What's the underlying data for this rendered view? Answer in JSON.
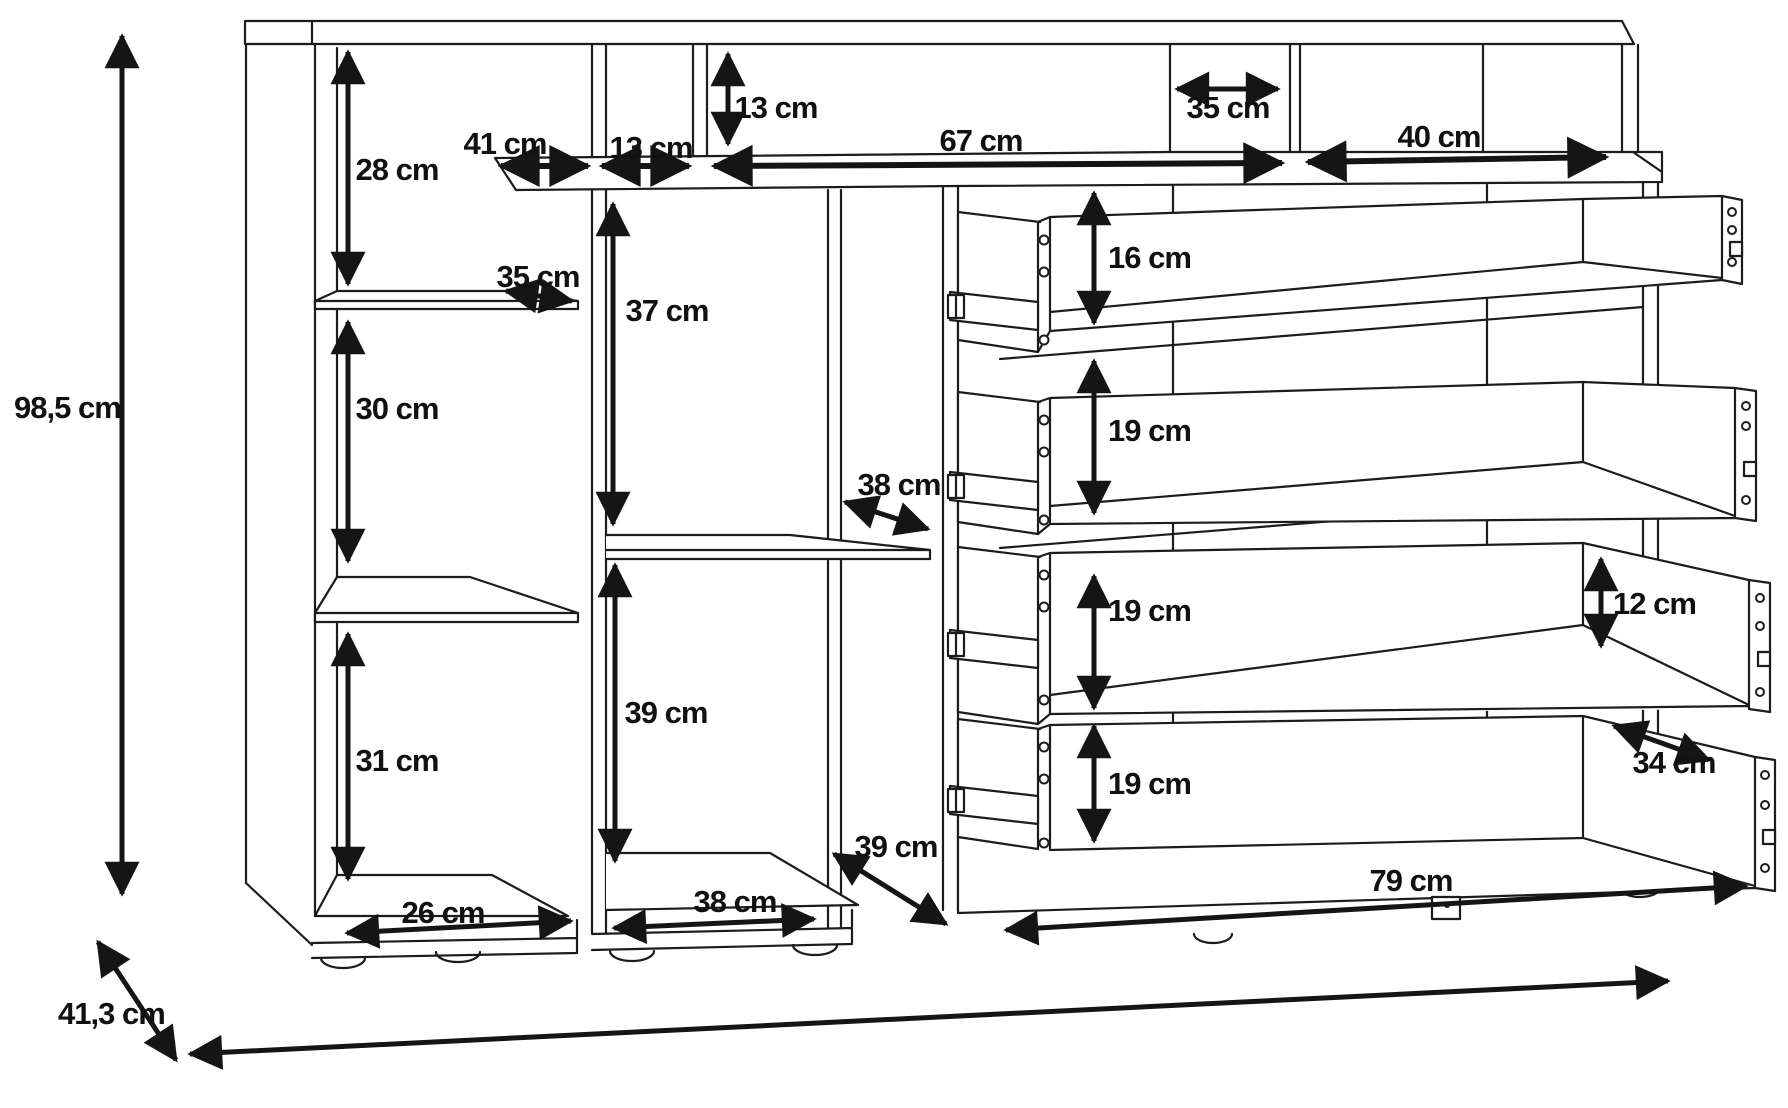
{
  "diagram": {
    "type": "furniture-technical-drawing",
    "subject": "sideboard with open shelves and four pull-out drawers",
    "unit": "cm"
  },
  "labels": {
    "d98": {
      "text": "98,5 cm"
    },
    "d28": {
      "text": "28 cm"
    },
    "d35L": {
      "text": "35 cm"
    },
    "d30": {
      "text": "30 cm"
    },
    "d31": {
      "text": "31 cm"
    },
    "d26": {
      "text": "26 cm"
    },
    "d41": {
      "text": "41 cm"
    },
    "d13a": {
      "text": "13 cm"
    },
    "d13b": {
      "text": "13 cm"
    },
    "d67": {
      "text": "67 cm"
    },
    "d35T": {
      "text": "35 cm"
    },
    "d40": {
      "text": "40 cm"
    },
    "d37": {
      "text": "37 cm"
    },
    "d38a": {
      "text": "38 cm"
    },
    "d39a": {
      "text": "39 cm"
    },
    "d38b": {
      "text": "38 cm"
    },
    "d39b": {
      "text": "39 cm"
    },
    "d16": {
      "text": "16 cm"
    },
    "d19a": {
      "text": "19 cm"
    },
    "d19b": {
      "text": "19 cm"
    },
    "d19c": {
      "text": "19 cm"
    },
    "d12": {
      "text": "12 cm"
    },
    "d34": {
      "text": "34 cm"
    },
    "d79": {
      "text": "79 cm"
    },
    "d413": {
      "text": "41,3 cm"
    }
  }
}
